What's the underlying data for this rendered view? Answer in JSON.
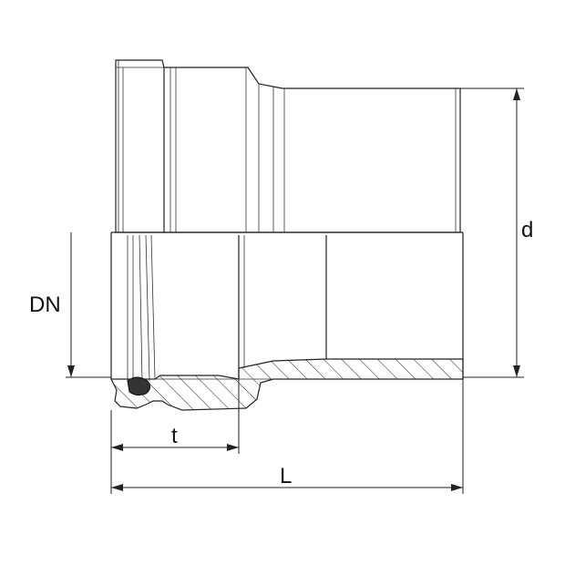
{
  "drawing": {
    "labels": {
      "d": "d",
      "dn": "DN",
      "t": "t",
      "l": "L"
    },
    "colors": {
      "line": "#222222",
      "background": "#ffffff"
    }
  }
}
